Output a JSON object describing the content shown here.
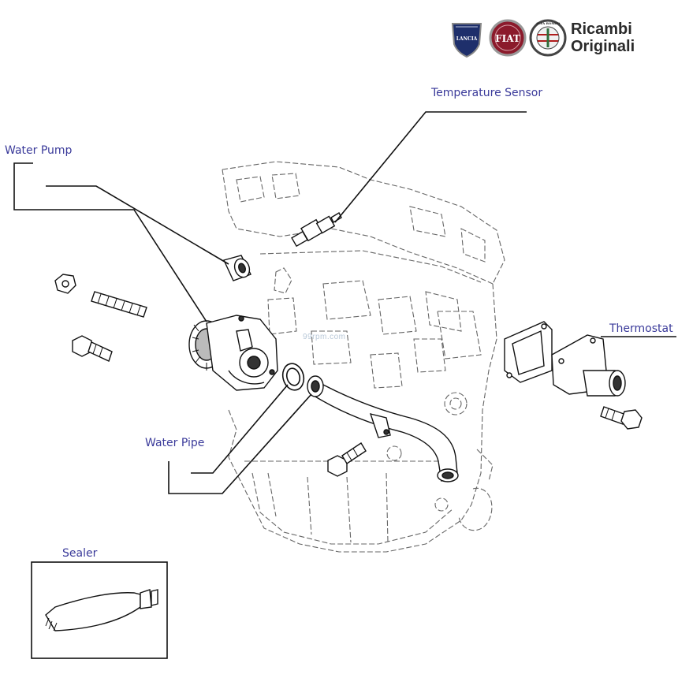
{
  "brand": {
    "line1": "Ricambi",
    "line2": "Originali",
    "logos": [
      {
        "name": "lancia-logo",
        "text": "LANCIA",
        "color": "#1e2f6b"
      },
      {
        "name": "fiat-logo",
        "text": "FIAT",
        "color": "#8b1a2b"
      },
      {
        "name": "alfa-romeo-logo",
        "text": "ALFA ROMEO",
        "color": "#2e6e3a"
      }
    ]
  },
  "watermark": "99rpm.com",
  "callouts": {
    "temperature_sensor": "Temperature Sensor",
    "water_pump": "Water Pump",
    "thermostat": "Thermostat",
    "water_pipe": "Water Pipe",
    "sealer": "Sealer"
  },
  "colors": {
    "label": "#3a3a9a",
    "line": "#111111",
    "sketch": "#555555"
  }
}
